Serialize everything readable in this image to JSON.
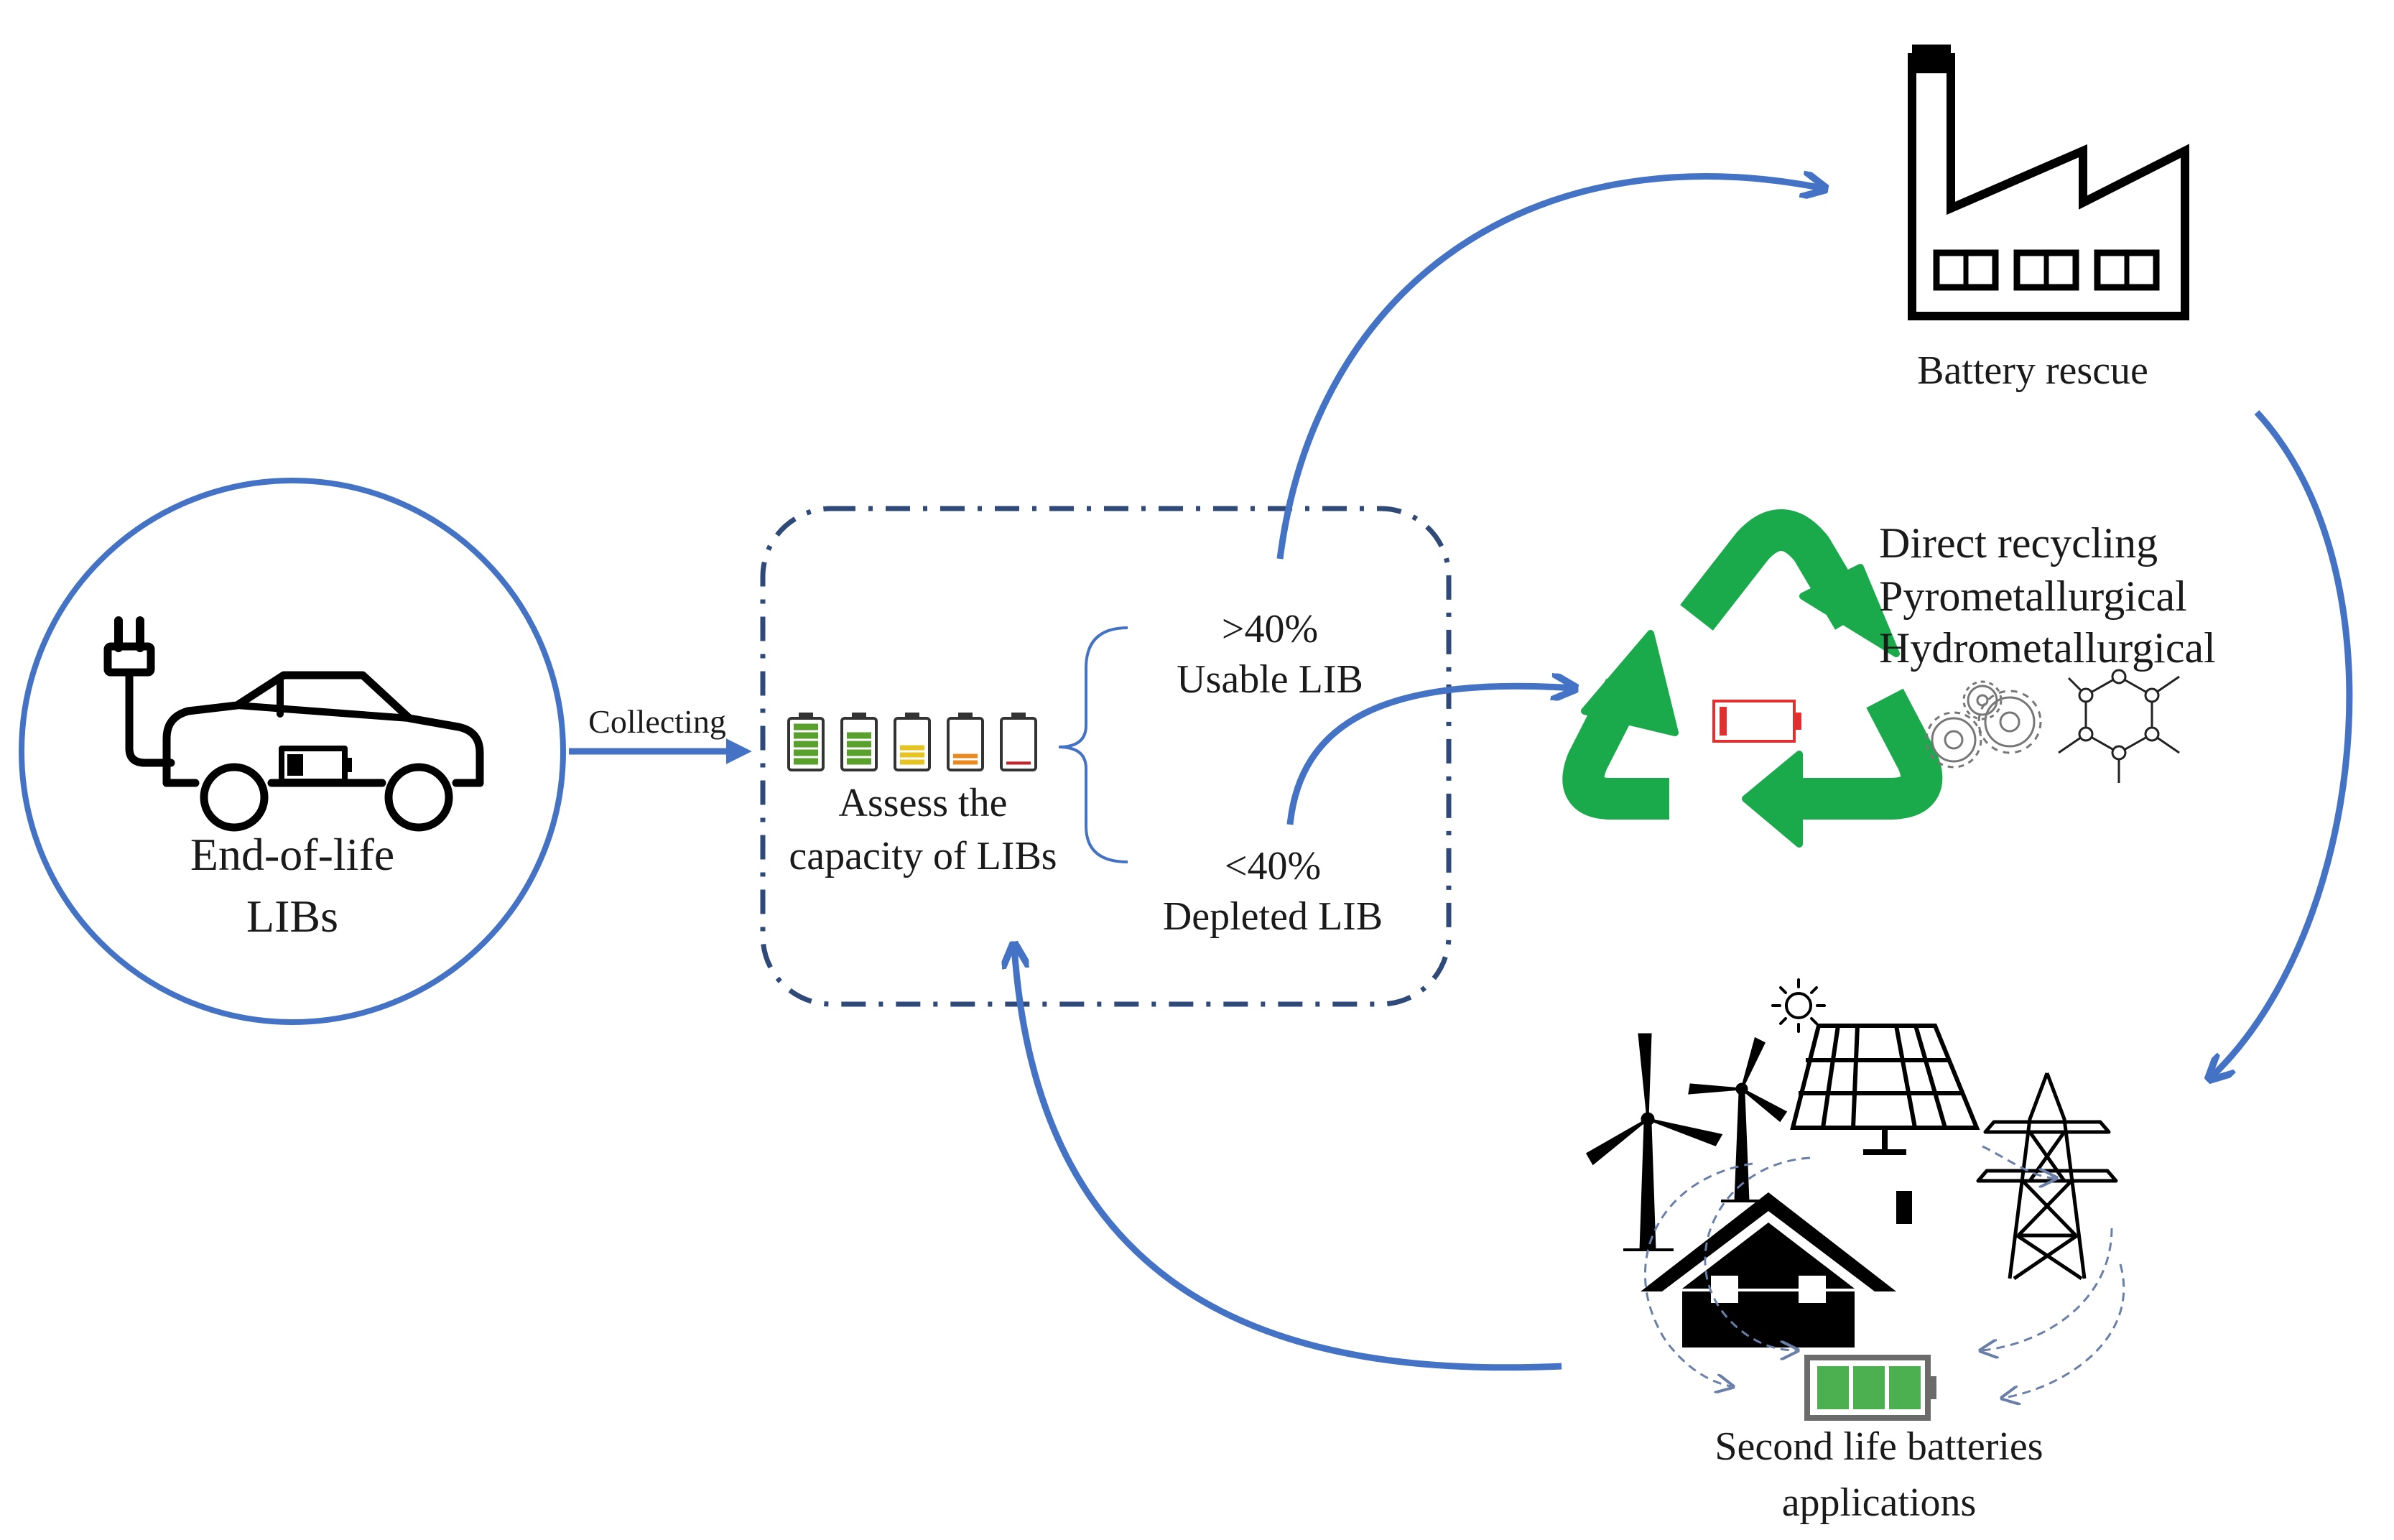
{
  "nodes": {
    "eol": {
      "line1": "End-of-life",
      "line2": "LIBs"
    },
    "assess": {
      "line1": "Assess the",
      "line2": "capacity  of LIBs",
      "usable_pct": ">40%",
      "usable_label": "Usable LIB",
      "depleted_pct": "<40%",
      "depleted_label": "Depleted LIB"
    },
    "rescue": {
      "label": "Battery rescue"
    },
    "recycling": {
      "methods": [
        "Direct recycling",
        "Pyrometallurgical",
        "Hydrometallurgical"
      ]
    },
    "second_life": {
      "line1": "Second life batteries",
      "line2": "applications"
    }
  },
  "edges": {
    "collecting": "Collecting"
  },
  "battery_levels": [
    {
      "level": 1.0,
      "color": "#5aa02c"
    },
    {
      "level": 0.8,
      "color": "#5aa02c"
    },
    {
      "level": 0.5,
      "color": "#e7c322"
    },
    {
      "level": 0.3,
      "color": "#e88a1f"
    },
    {
      "level": 0.12,
      "color": "#c0262b"
    }
  ],
  "colors": {
    "arrow": "#4472c4",
    "dashed_box": "#2f4a78",
    "recycle": "#1aa94b",
    "battery_green": "#4caf50",
    "battery_red": "#e03131",
    "icon": "#000000"
  }
}
